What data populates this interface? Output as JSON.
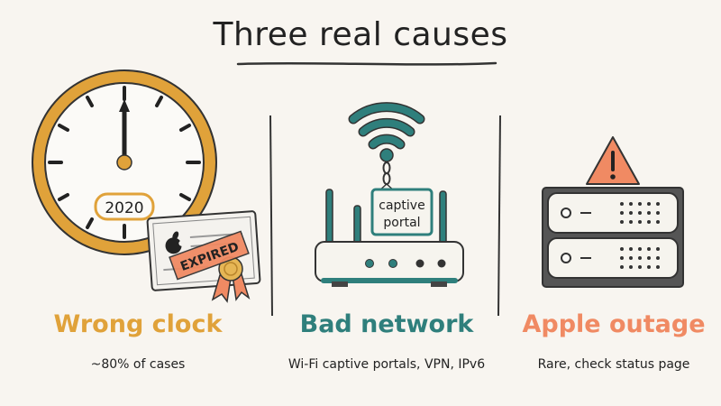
{
  "title": "Three real causes",
  "colors": {
    "clock": "#e0a23a",
    "network": "#2f7f7c",
    "outage": "#f08a63",
    "ink": "#2a2a2a"
  },
  "columns": [
    {
      "heading": "Wrong clock",
      "subtitle": "~80% of cases",
      "year_label": "2020",
      "stamp_label": "EXPIRED",
      "icon": "clock-with-expired-certificate"
    },
    {
      "heading": "Bad network",
      "subtitle": "Wi-Fi captive portals, VPN, IPv6",
      "sign_line1": "captive",
      "sign_line2": "portal",
      "icon": "wifi-router-with-captive-portal-sign"
    },
    {
      "heading": "Apple outage",
      "subtitle": "Rare, check status page",
      "icon": "server-rack-with-warning"
    }
  ]
}
